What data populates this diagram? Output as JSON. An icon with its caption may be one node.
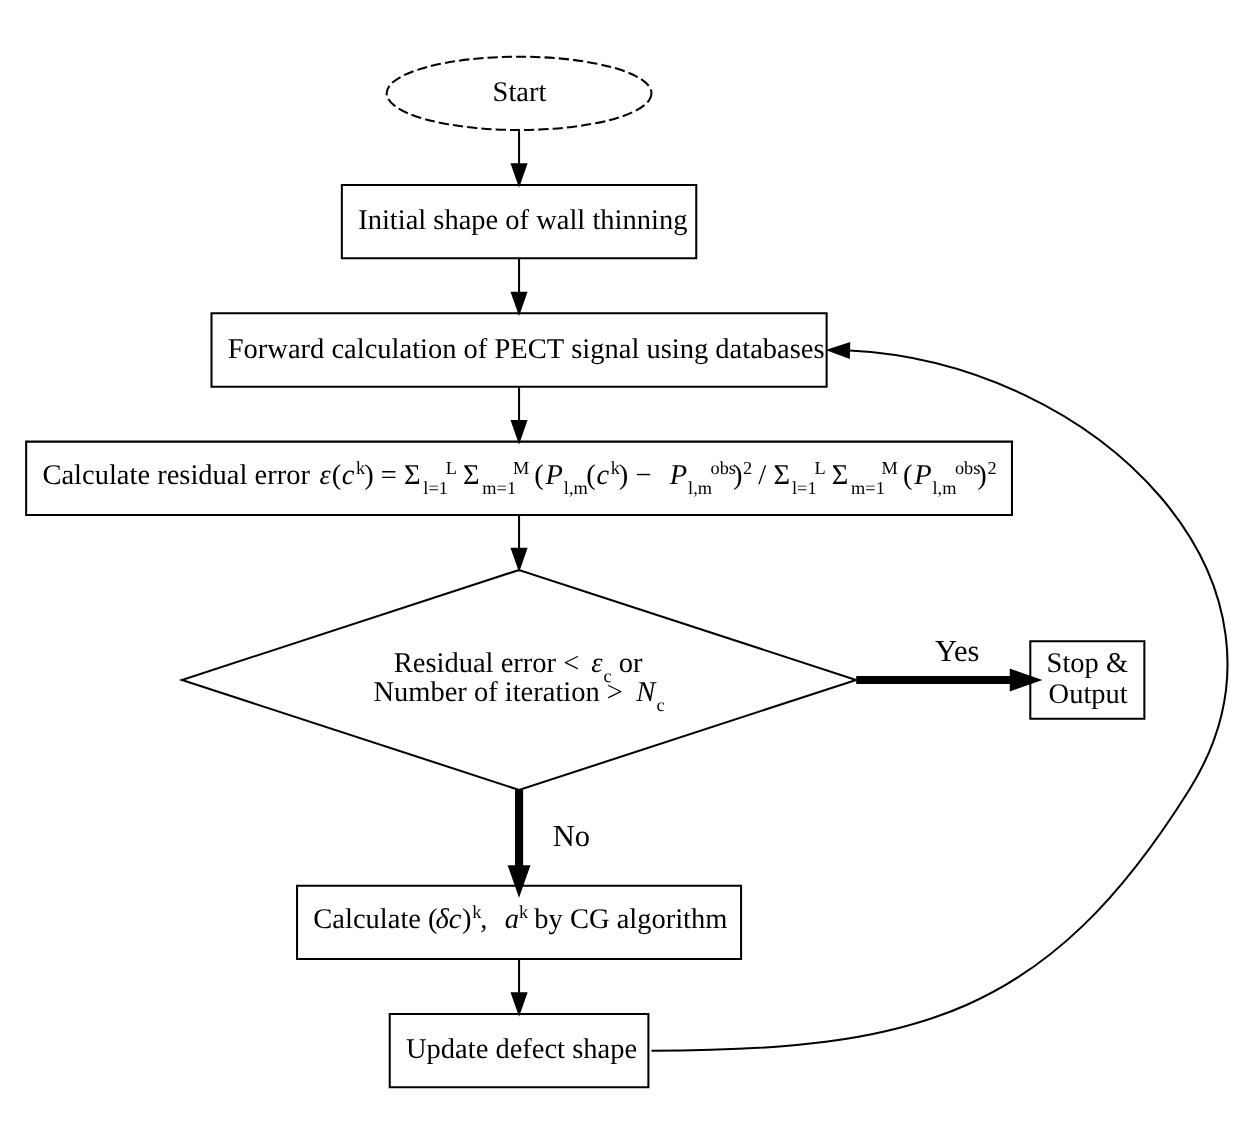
{
  "diagram": {
    "nodes": [
      {
        "text": [
          "Start"
        ]
      },
      {
        "text": [
          "Initial shape of wall thinning"
        ]
      },
      {
        "text": [
          "Forward calculation of PECT signal using databases"
        ]
      },
      {
        "text": [
          "Calculate residual error *ε*(*c*$^{k}$) = Σ$_{l=1}$$^{L}$ Σ$_{m=1}$$^{M}$ (*P*$_{l,m}$(*c*$^{k}$) − *P*$_{l,m}$$^{obs}$)$^{2}$ / Σ$_{l=1}$$^{L}$ Σ$_{m=1}$$^{M}$ (*P*$_{l,m}$$^{obs}$)$^{2}$"
        ]
      },
      {
        "text": [
          "Residual error < *ε*$_{c}$ or Number of iteration > *N*$_{c}$"
        ]
      },
      {
        "text": [
          "Stop & Output"
        ]
      },
      {
        "text": [
          "Calculate (*δc*)$^{k}$, *a*$^{k}$ by CG algorithm"
        ]
      },
      {
        "text": [
          "Update defect shape"
        ]
      }
    ],
    "edges": [
      {
        "from": 0,
        "to": 1,
        "arrow": "to"
      },
      {
        "from": 1,
        "to": 2,
        "arrow": "to"
      },
      {
        "from": 2,
        "to": 3,
        "arrow": "to"
      },
      {
        "from": 3,
        "to": 4,
        "arrow": "to"
      },
      {
        "from": 4,
        "to": 5,
        "arrow": "to",
        "label": "Yes",
        "style": "thick"
      },
      {
        "from": 4,
        "to": 6,
        "arrow": "to",
        "label": "No",
        "style": "thick"
      },
      {
        "from": 6,
        "to": 7,
        "arrow": "to"
      },
      {
        "from": 7,
        "to": 2,
        "arrow": "to"
      }
    ]
  }
}
